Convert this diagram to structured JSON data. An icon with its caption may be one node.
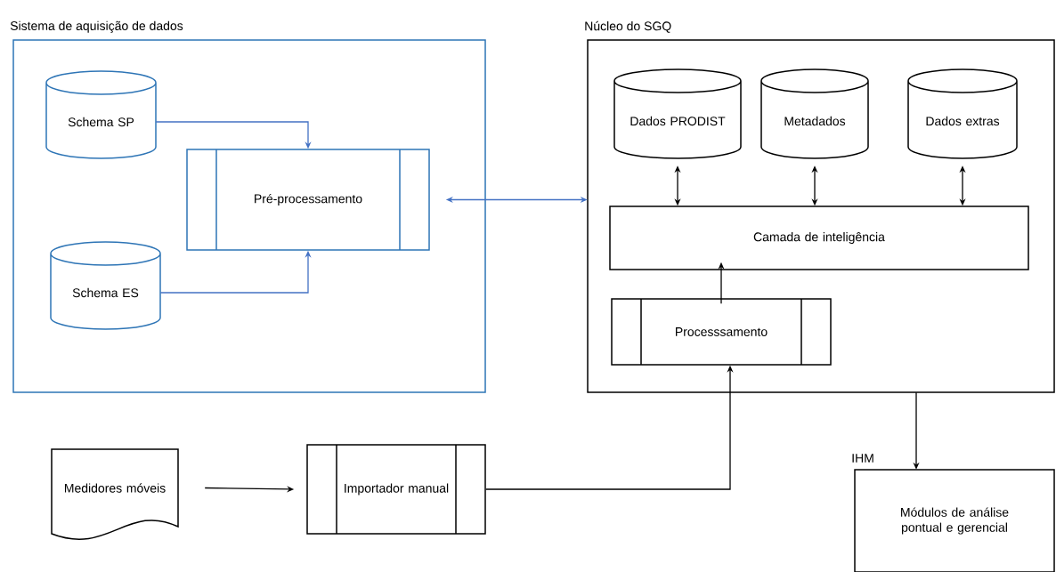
{
  "diagram": {
    "nodes": [
      {
        "text": [
          "Sistema de aquisição de dados"
        ]
      },
      {
        "text": [
          "Schema SP"
        ],
        "in": 0
      },
      {
        "text": [
          "Pré-processamento"
        ],
        "in": 0
      },
      {
        "text": [
          "Schema ES"
        ],
        "in": 0
      },
      {
        "text": [
          "Núcleo do SGQ"
        ]
      },
      {
        "text": [
          "Dados PRODIST"
        ],
        "in": 4
      },
      {
        "text": [
          "Metadados"
        ],
        "in": 4
      },
      {
        "text": [
          "Dados extras"
        ],
        "in": 4
      },
      {
        "text": [
          "Camada de inteligência"
        ],
        "in": 4
      },
      {
        "text": [
          "Processsamento"
        ],
        "in": 4
      },
      {
        "text": [
          "Medidores móveis"
        ]
      },
      {
        "text": [
          "Importador manual"
        ]
      },
      {
        "text": [
          "IHM",
          "Módulos de análise pontual e gerencial"
        ]
      }
    ],
    "edges": [
      {
        "from": 1,
        "to": 2,
        "arrow": "to",
        "color": "#4472c4"
      },
      {
        "from": 3,
        "to": 2,
        "arrow": "to",
        "color": "#4472c4"
      },
      {
        "from": 2,
        "to": 4,
        "arrow": "both",
        "color": "#4472c4"
      },
      {
        "from": 5,
        "to": 8,
        "arrow": "both"
      },
      {
        "from": 6,
        "to": 8,
        "arrow": "both"
      },
      {
        "from": 7,
        "to": 8,
        "arrow": "both"
      },
      {
        "from": 9,
        "to": 8,
        "arrow": "to"
      },
      {
        "from": 10,
        "to": 11,
        "arrow": "to"
      },
      {
        "from": 11,
        "to": 9,
        "arrow": "to"
      },
      {
        "from": 4,
        "to": 12,
        "arrow": "to"
      }
    ]
  }
}
